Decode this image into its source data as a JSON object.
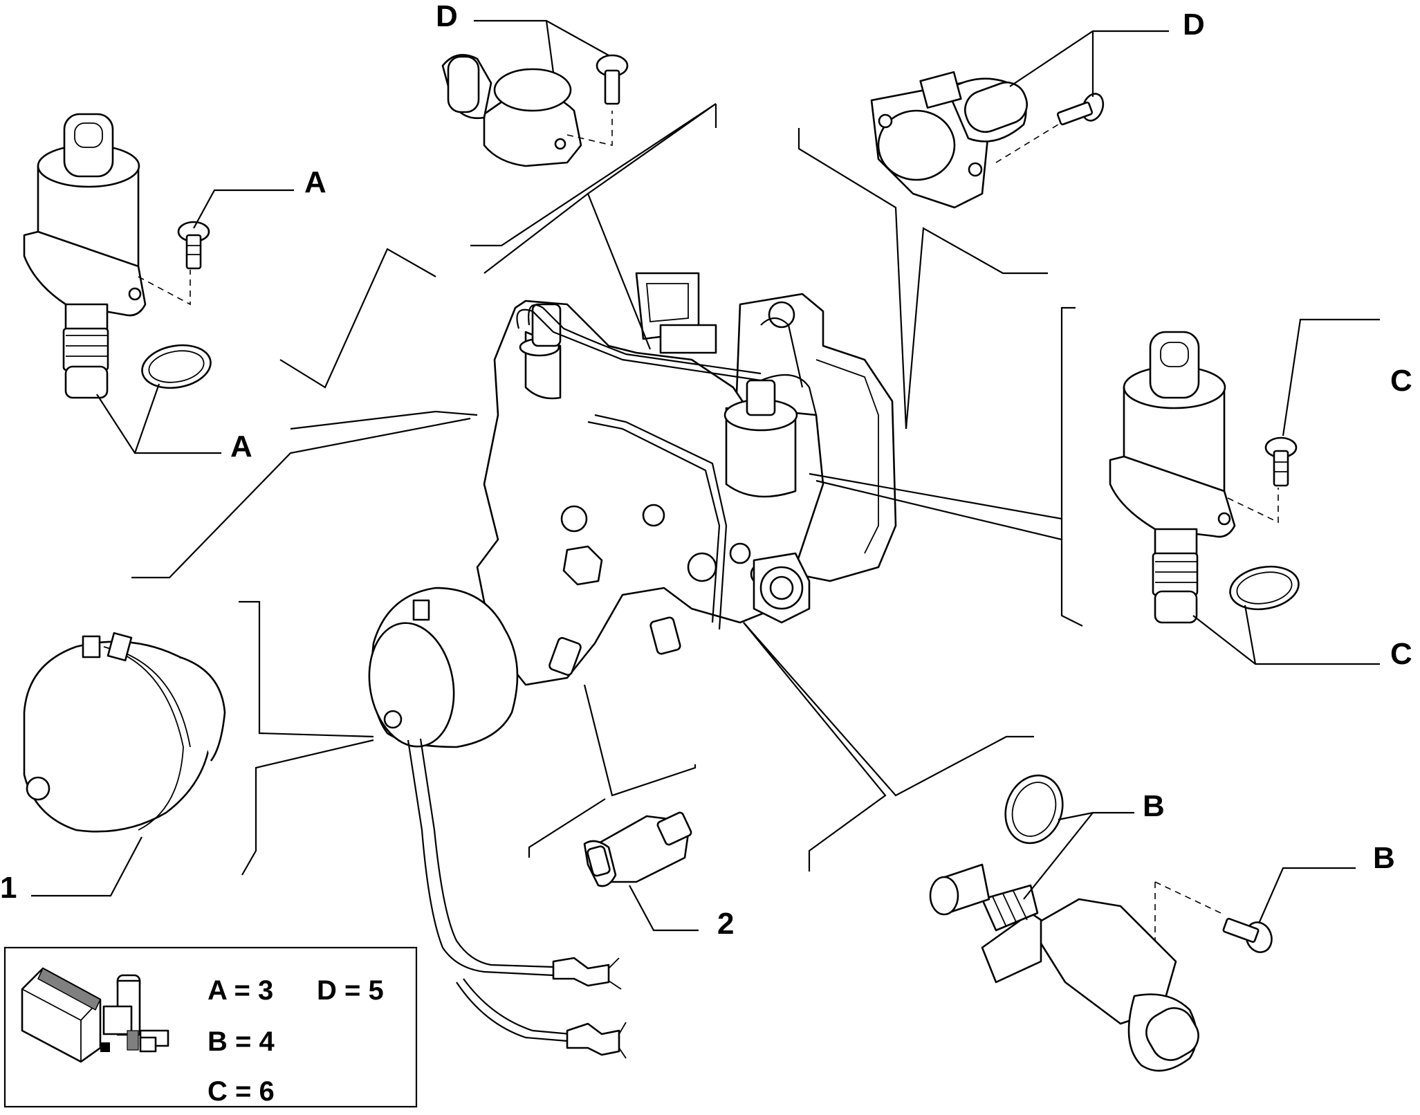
{
  "callouts": {
    "a_top": "A",
    "a_bottom": "A",
    "c_top": "C",
    "c_bottom": "C",
    "d_left": "D",
    "d_right": "D",
    "b_top": "B",
    "b_right": "B",
    "item_1": "1",
    "item_2": "2"
  },
  "legend": {
    "a": "A = 3",
    "d": "D = 5",
    "b": "B = 4",
    "c": "C = 6"
  },
  "colors": {
    "ink": "#000000",
    "paper": "#ffffff",
    "shade": "#808080"
  }
}
